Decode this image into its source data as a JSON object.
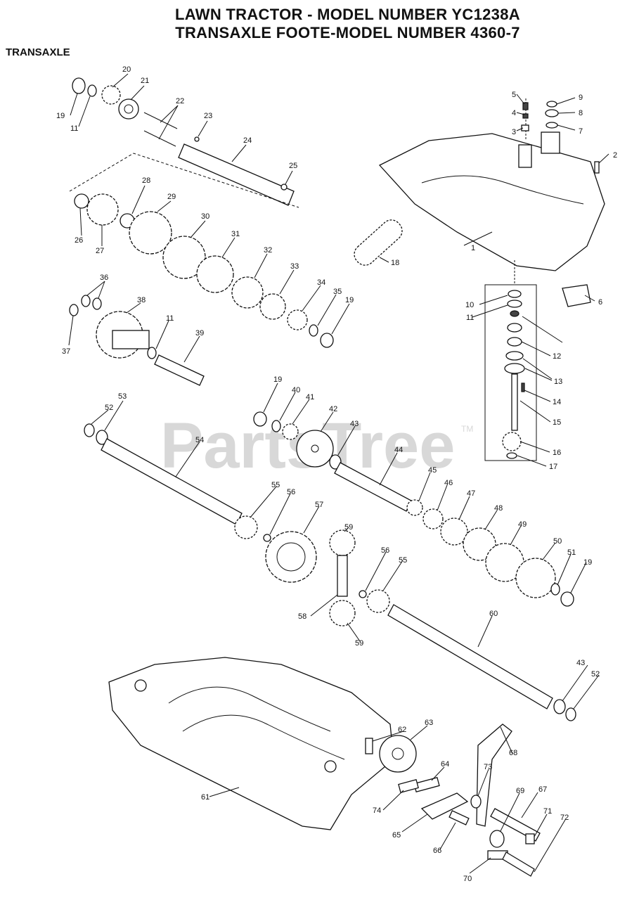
{
  "header": {
    "title_line1": "LAWN TRACTOR - MODEL NUMBER YC1238A",
    "title_line2": "TRANSAXLE FOOTE-MODEL NUMBER 4360-7",
    "section": "TRANSAXLE"
  },
  "watermark": {
    "text": "PartsTree",
    "tm": "TM"
  },
  "parts": [
    {
      "id": "p1",
      "text": "1"
    },
    {
      "id": "p2",
      "text": "2"
    },
    {
      "id": "p3",
      "text": "3"
    },
    {
      "id": "p4",
      "text": "4"
    },
    {
      "id": "p5",
      "text": "5"
    },
    {
      "id": "p6",
      "text": "6"
    },
    {
      "id": "p7",
      "text": "7"
    },
    {
      "id": "p8",
      "text": "8"
    },
    {
      "id": "p9",
      "text": "9"
    },
    {
      "id": "p10",
      "text": "10"
    },
    {
      "id": "p11a",
      "text": "11"
    },
    {
      "id": "p11b",
      "text": "11"
    },
    {
      "id": "p11c",
      "text": "11"
    },
    {
      "id": "p12",
      "text": "12"
    },
    {
      "id": "p13",
      "text": "13"
    },
    {
      "id": "p14",
      "text": "14"
    },
    {
      "id": "p15",
      "text": "15"
    },
    {
      "id": "p16",
      "text": "16"
    },
    {
      "id": "p17",
      "text": "17"
    },
    {
      "id": "p18",
      "text": "18"
    },
    {
      "id": "p19a",
      "text": "19"
    },
    {
      "id": "p19b",
      "text": "19"
    },
    {
      "id": "p19c",
      "text": "19"
    },
    {
      "id": "p19d",
      "text": "19"
    },
    {
      "id": "p20",
      "text": "20"
    },
    {
      "id": "p21",
      "text": "21"
    },
    {
      "id": "p22",
      "text": "22"
    },
    {
      "id": "p23",
      "text": "23"
    },
    {
      "id": "p24",
      "text": "24"
    },
    {
      "id": "p25",
      "text": "25"
    },
    {
      "id": "p26",
      "text": "26"
    },
    {
      "id": "p27",
      "text": "27"
    },
    {
      "id": "p28",
      "text": "28"
    },
    {
      "id": "p29",
      "text": "29"
    },
    {
      "id": "p30",
      "text": "30"
    },
    {
      "id": "p31",
      "text": "31"
    },
    {
      "id": "p32",
      "text": "32"
    },
    {
      "id": "p33",
      "text": "33"
    },
    {
      "id": "p34",
      "text": "34"
    },
    {
      "id": "p35",
      "text": "35"
    },
    {
      "id": "p36",
      "text": "36"
    },
    {
      "id": "p37",
      "text": "37"
    },
    {
      "id": "p38",
      "text": "38"
    },
    {
      "id": "p39",
      "text": "39"
    },
    {
      "id": "p40",
      "text": "40"
    },
    {
      "id": "p41",
      "text": "41"
    },
    {
      "id": "p42",
      "text": "42"
    },
    {
      "id": "p43a",
      "text": "43"
    },
    {
      "id": "p43b",
      "text": "43"
    },
    {
      "id": "p44",
      "text": "44"
    },
    {
      "id": "p45",
      "text": "45"
    },
    {
      "id": "p46",
      "text": "46"
    },
    {
      "id": "p47",
      "text": "47"
    },
    {
      "id": "p48",
      "text": "48"
    },
    {
      "id": "p49",
      "text": "49"
    },
    {
      "id": "p50",
      "text": "50"
    },
    {
      "id": "p51",
      "text": "51"
    },
    {
      "id": "p52a",
      "text": "52"
    },
    {
      "id": "p52b",
      "text": "52"
    },
    {
      "id": "p53",
      "text": "53"
    },
    {
      "id": "p54",
      "text": "54"
    },
    {
      "id": "p55a",
      "text": "55"
    },
    {
      "id": "p55b",
      "text": "55"
    },
    {
      "id": "p56a",
      "text": "56"
    },
    {
      "id": "p56b",
      "text": "56"
    },
    {
      "id": "p57",
      "text": "57"
    },
    {
      "id": "p58",
      "text": "58"
    },
    {
      "id": "p59a",
      "text": "59"
    },
    {
      "id": "p59b",
      "text": "59"
    },
    {
      "id": "p60",
      "text": "60"
    },
    {
      "id": "p61",
      "text": "61"
    },
    {
      "id": "p62",
      "text": "62"
    },
    {
      "id": "p63",
      "text": "63"
    },
    {
      "id": "p64",
      "text": "64"
    },
    {
      "id": "p65",
      "text": "65"
    },
    {
      "id": "p66",
      "text": "66"
    },
    {
      "id": "p67",
      "text": "67"
    },
    {
      "id": "p68",
      "text": "68"
    },
    {
      "id": "p69",
      "text": "69"
    },
    {
      "id": "p70",
      "text": "70"
    },
    {
      "id": "p71",
      "text": "71"
    },
    {
      "id": "p72",
      "text": "72"
    },
    {
      "id": "p73",
      "text": "73"
    },
    {
      "id": "p74",
      "text": "74"
    }
  ]
}
